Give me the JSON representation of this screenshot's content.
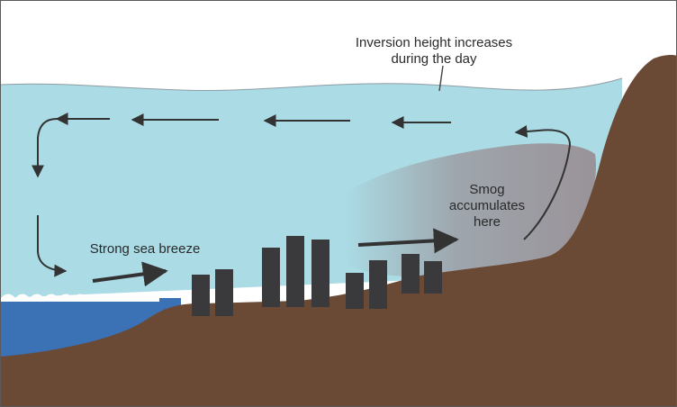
{
  "labels": {
    "inversion_line1": "Inversion height increases",
    "inversion_line2": "during the day",
    "sea_breeze": "Strong sea breeze",
    "smog_line1": "Smog",
    "smog_line2": "accumulates",
    "smog_line3": "here"
  },
  "colors": {
    "sky": "#ffffff",
    "inversion_layer": "#abdce6",
    "sea": "#3b71b5",
    "land": "#6b4a35",
    "smog": "#9a9399",
    "buildings": "#3a3a3d",
    "arrows": "#333333"
  }
}
